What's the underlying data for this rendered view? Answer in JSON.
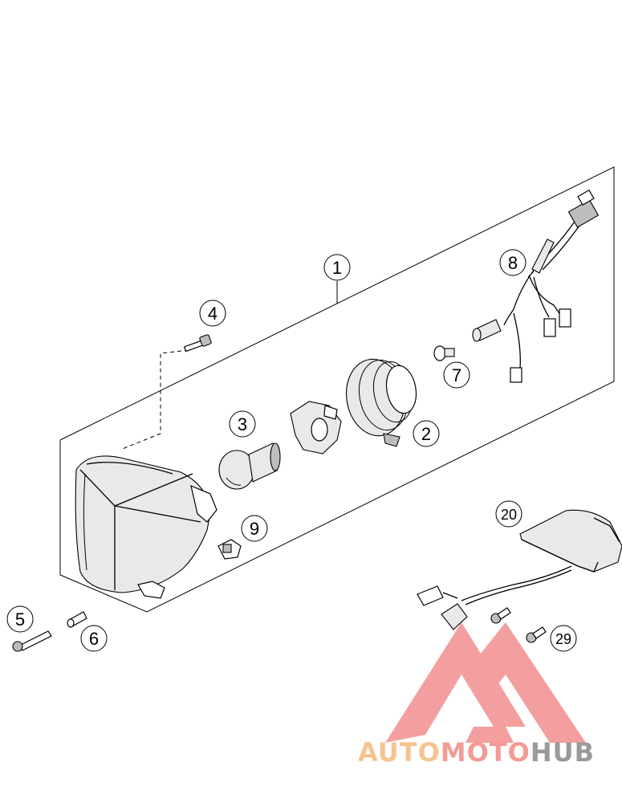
{
  "labels": {
    "l1": "1",
    "l2": "2",
    "l3": "3",
    "l4": "4",
    "l5": "5",
    "l6": "6",
    "l7": "7",
    "l8": "8",
    "l9": "9",
    "l20": "20",
    "l29": "29"
  },
  "watermark": {
    "part1": "AUTO",
    "part2": "MOTO",
    "part3": "HUB",
    "colors": {
      "part1": "#f5c490",
      "part2": "#f39c94",
      "part3": "#9a9a9a",
      "triangle": "#f08080"
    }
  }
}
